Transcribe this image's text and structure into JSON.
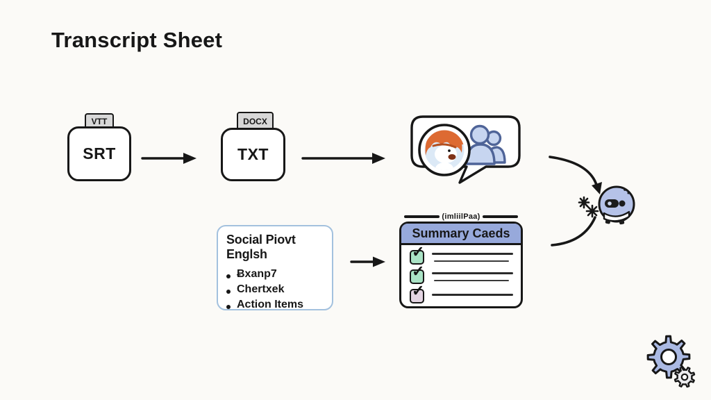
{
  "title": "Transcript Sheet",
  "pipeline": {
    "source_file": {
      "tab_label": "VTT",
      "name": "SRT"
    },
    "converted_file": {
      "tab_label": "DOCX",
      "name": "TXT"
    }
  },
  "notes_card": {
    "title": "Social Piovt Englsh",
    "items": [
      "Ƀxanp7",
      "Chertxek",
      "Action Items"
    ]
  },
  "summary_card": {
    "top_label": "(imliilPaa)",
    "header": "Summary Caeds",
    "check_glyph": "✓",
    "rows": [
      {
        "status": "checked",
        "checkbox_color": "#aae3c6",
        "line_count": 2
      },
      {
        "status": "checked",
        "checkbox_color": "#aae3c6",
        "line_count": 2
      },
      {
        "status": "checked",
        "checkbox_color": "#e4d5e3",
        "line_count": 1
      }
    ]
  },
  "icons": {
    "chat_bubble": "speech-bubble-icon",
    "avatar_left": "orange-hair-avatar-icon",
    "avatar_right": "group-people-icon",
    "robot": "robot-head-icon",
    "sparkle": "sparkle-icon",
    "settings": "gear-icon"
  },
  "colors": {
    "background": "#fbfaf7",
    "ink": "#171717",
    "tab_gray": "#d8d8d8",
    "card_border_blue": "#a3c1de",
    "header_blue": "#97a9db",
    "check_green": "#aae3c6",
    "check_muted": "#e4d5e3",
    "avatar_ring_blue": "#dce9f6",
    "hair_orange": "#dd6a32",
    "person_fill": "#c7d5f0",
    "person_stroke": "#4f6498",
    "robot_fill": "#b5c2e8",
    "gear_fill": "#aab9e3",
    "gear_small_fill": "#ebebee",
    "line_gray": "#2b2b2b"
  }
}
